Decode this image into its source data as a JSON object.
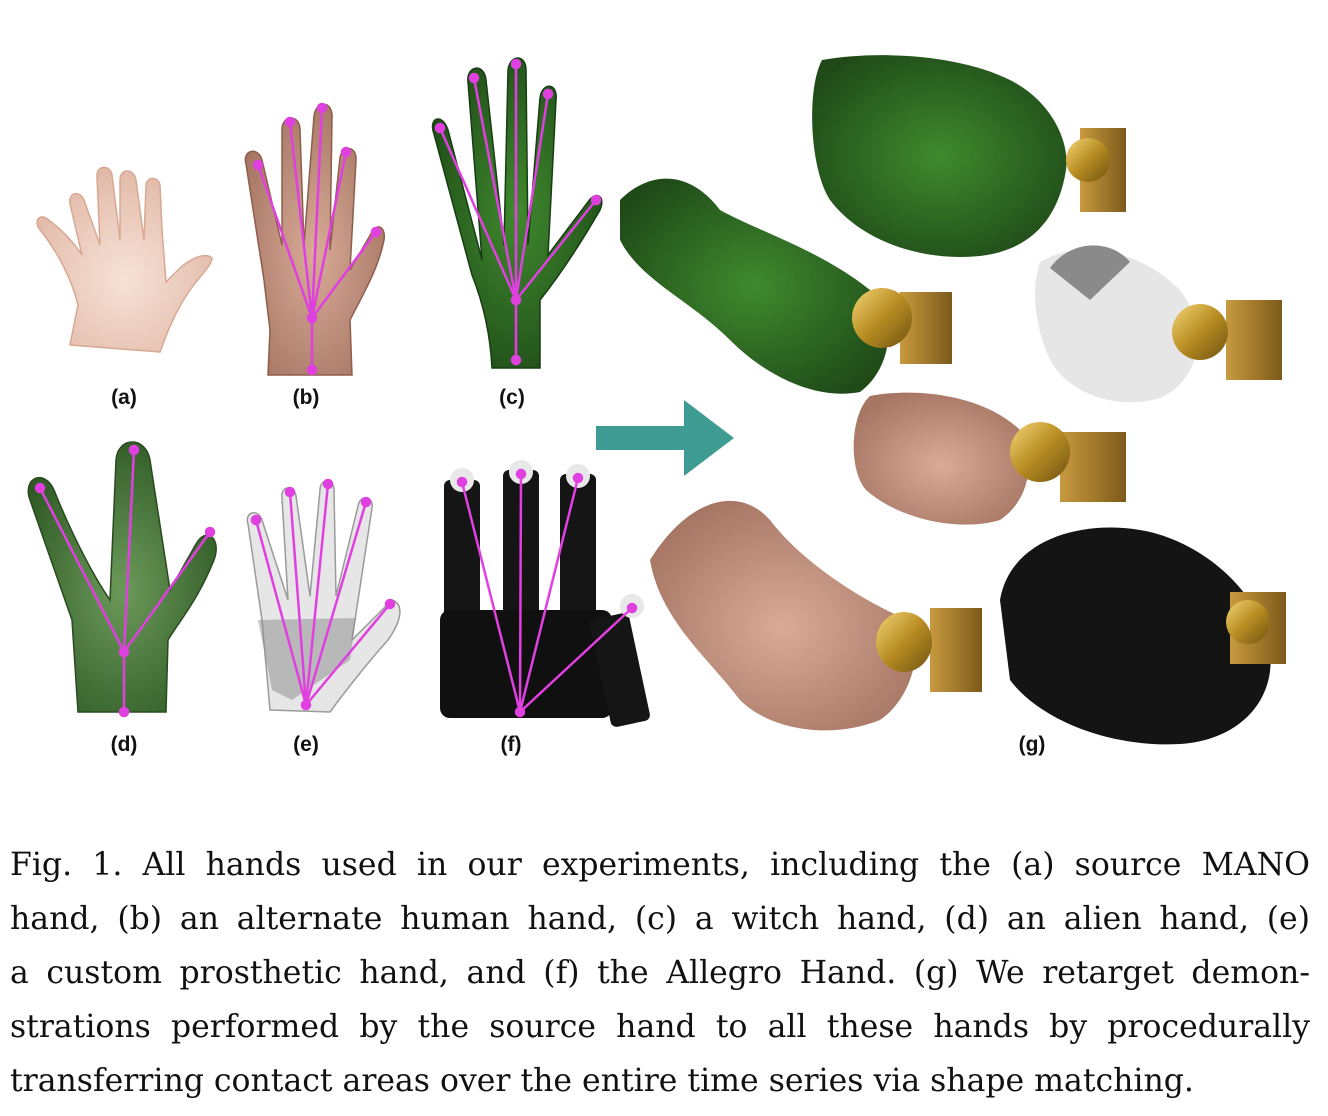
{
  "figure": {
    "panel_labels": {
      "a": "(a)",
      "b": "(b)",
      "c": "(c)",
      "d": "(d)",
      "e": "(e)",
      "f": "(f)",
      "g": "(g)"
    },
    "colors": {
      "mano_skin": "#f0d3c6",
      "human_skin": "#c99a86",
      "witch_green": "#2f6b24",
      "alien_green": "#4b7a3a",
      "prosthetic_white": "#e6e6e6",
      "allegro_black": "#141414",
      "skeleton_magenta": "#e040e0",
      "arrow_teal": "#3f9c93",
      "brass": "#c9a23a"
    }
  },
  "caption": {
    "lines": [
      "Fig. 1.  All hands used in our experiments, including the (a) source MANO",
      "hand, (b) an alternate human hand, (c) a witch hand, (d) an alien hand, (e)",
      "a custom prosthetic hand, and (f) the Allegro Hand. (g) We retarget demon-",
      "strations performed by the source hand to all these hands by procedurally",
      "transferring contact areas over the entire time series via shape matching."
    ]
  }
}
